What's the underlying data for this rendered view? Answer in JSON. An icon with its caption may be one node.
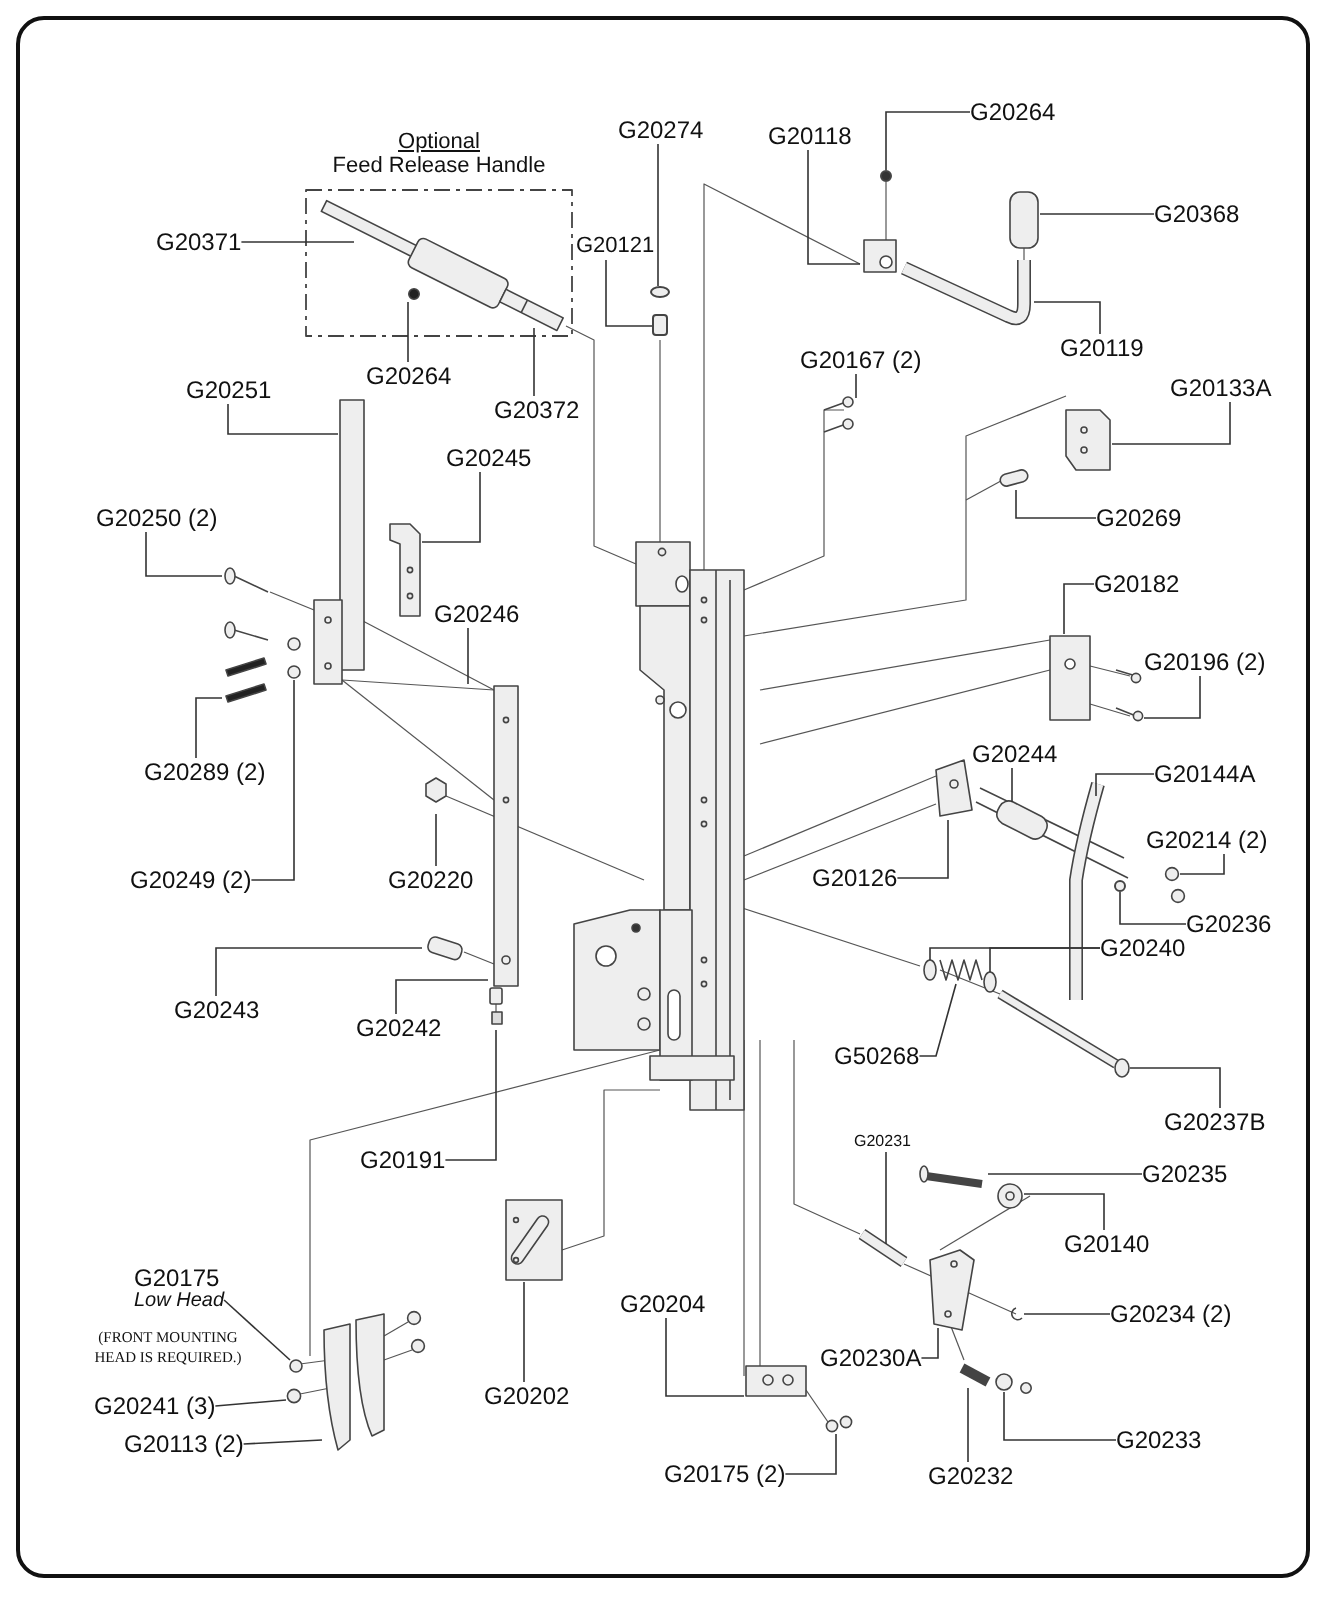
{
  "diagram": {
    "nodes": [
      {
        "text": [
          "Optional",
          "Feed Release Handle"
        ]
      },
      {
        "text": [
          "G20371"
        ]
      },
      {
        "text": [
          "G20274"
        ]
      },
      {
        "text": [
          "G20118"
        ]
      },
      {
        "text": [
          "G20264"
        ]
      },
      {
        "text": [
          "G20368"
        ]
      },
      {
        "text": [
          "G20121"
        ]
      },
      {
        "text": [
          "G20119"
        ]
      },
      {
        "text": [
          "G20264"
        ]
      },
      {
        "text": [
          "G20372"
        ]
      },
      {
        "text": [
          "G20167 (2)"
        ]
      },
      {
        "text": [
          "G20251"
        ]
      },
      {
        "text": [
          "G20133A"
        ]
      },
      {
        "text": [
          "G20245"
        ]
      },
      {
        "text": [
          "G20269"
        ]
      },
      {
        "text": [
          "G20250 (2)"
        ]
      },
      {
        "text": [
          "G20182"
        ]
      },
      {
        "text": [
          "G20246"
        ]
      },
      {
        "text": [
          "G20196 (2)"
        ]
      },
      {
        "text": [
          "G20244"
        ]
      },
      {
        "text": [
          "G20289 (2)"
        ]
      },
      {
        "text": [
          "G20144A"
        ]
      },
      {
        "text": [
          "G20214 (2)"
        ]
      },
      {
        "text": [
          "G20126"
        ]
      },
      {
        "text": [
          "G20249 (2)"
        ]
      },
      {
        "text": [
          "G20220"
        ]
      },
      {
        "text": [
          "G20236"
        ]
      },
      {
        "text": [
          "G20240"
        ]
      },
      {
        "text": [
          "G20243"
        ]
      },
      {
        "text": [
          "G20242"
        ]
      },
      {
        "text": [
          "G50268"
        ]
      },
      {
        "text": [
          "G20237B"
        ]
      },
      {
        "text": [
          "G20231"
        ]
      },
      {
        "text": [
          "G20191"
        ]
      },
      {
        "text": [
          "G20235"
        ]
      },
      {
        "text": [
          "G20140"
        ]
      },
      {
        "text": [
          "G20175",
          "Low Head"
        ]
      },
      {
        "text": [
          "G20204"
        ]
      },
      {
        "text": [
          "G20234 (2)"
        ]
      },
      {
        "text": [
          "G20230A"
        ]
      },
      {
        "text": [
          "G20202"
        ]
      },
      {
        "text": [
          "G20241 (3)"
        ]
      },
      {
        "text": [
          "G20233"
        ]
      },
      {
        "text": [
          "G20113 (2)"
        ]
      },
      {
        "text": [
          "G20232"
        ]
      },
      {
        "text": [
          "G20175 (2)"
        ]
      },
      {
        "text": [],
        "shape": "circle"
      },
      {
        "text": [],
        "shape": "circle"
      },
      {
        "text": [],
        "shape": "circle"
      },
      {
        "text": [],
        "shape": "box"
      }
    ],
    "edges": [
      {
        "from": 1,
        "to": null,
        "arrow": "none"
      },
      {
        "from": 2,
        "to": 46,
        "arrow": "none"
      },
      {
        "from": 3,
        "to": null,
        "arrow": "none"
      },
      {
        "from": 4,
        "to": 47,
        "arrow": "none"
      },
      {
        "from": 5,
        "to": null,
        "arrow": "none"
      },
      {
        "from": 6,
        "to": 49,
        "arrow": "none"
      },
      {
        "from": 7,
        "to": null,
        "arrow": "none"
      },
      {
        "from": 8,
        "to": null,
        "arrow": "none"
      },
      {
        "from": 9,
        "to": null,
        "arrow": "none"
      },
      {
        "from": 10,
        "to": null,
        "arrow": "none"
      },
      {
        "from": 11,
        "to": null,
        "arrow": "none"
      },
      {
        "from": 12,
        "to": null,
        "arrow": "none"
      },
      {
        "from": 13,
        "to": null,
        "arrow": "none"
      },
      {
        "from": 14,
        "to": null,
        "arrow": "none"
      },
      {
        "from": 15,
        "to": null,
        "arrow": "none"
      },
      {
        "from": 16,
        "to": null,
        "arrow": "none"
      },
      {
        "from": 17,
        "to": null,
        "arrow": "none"
      },
      {
        "from": 18,
        "to": null,
        "arrow": "none"
      },
      {
        "from": 19,
        "to": null,
        "arrow": "none"
      },
      {
        "from": 20,
        "to": null,
        "arrow": "none"
      },
      {
        "from": 21,
        "to": null,
        "arrow": "none"
      },
      {
        "from": 22,
        "to": null,
        "arrow": "none"
      },
      {
        "from": 23,
        "to": null,
        "arrow": "none"
      },
      {
        "from": 24,
        "to": null,
        "arrow": "none"
      },
      {
        "from": 25,
        "to": null,
        "arrow": "none"
      },
      {
        "from": 26,
        "to": 48,
        "arrow": "none"
      },
      {
        "from": 27,
        "to": null,
        "arrow": "none"
      },
      {
        "from": 27,
        "to": null,
        "arrow": "none"
      },
      {
        "from": 28,
        "to": null,
        "arrow": "none"
      },
      {
        "from": 29,
        "to": null,
        "arrow": "none"
      },
      {
        "from": 30,
        "to": null,
        "arrow": "none"
      },
      {
        "from": 31,
        "to": null,
        "arrow": "none"
      },
      {
        "from": 32,
        "to": null,
        "arrow": "none"
      },
      {
        "from": 33,
        "to": null,
        "arrow": "none"
      },
      {
        "from": 34,
        "to": null,
        "arrow": "none"
      },
      {
        "from": 35,
        "to": null,
        "arrow": "none"
      },
      {
        "from": 36,
        "to": null,
        "arrow": "none"
      },
      {
        "from": 37,
        "to": null,
        "arrow": "none"
      },
      {
        "from": 38,
        "to": null,
        "arrow": "none"
      },
      {
        "from": 39,
        "to": null,
        "arrow": "none"
      },
      {
        "from": 40,
        "to": null,
        "arrow": "none"
      },
      {
        "from": 41,
        "to": null,
        "arrow": "none"
      },
      {
        "from": 42,
        "to": null,
        "arrow": "none"
      },
      {
        "from": 43,
        "to": null,
        "arrow": "none"
      },
      {
        "from": 44,
        "to": null,
        "arrow": "none"
      },
      {
        "from": 45,
        "to": null,
        "arrow": "none"
      }
    ],
    "labels": [
      "(FRONT MOUNTING HEAD IS REQUIRED.)"
    ]
  }
}
